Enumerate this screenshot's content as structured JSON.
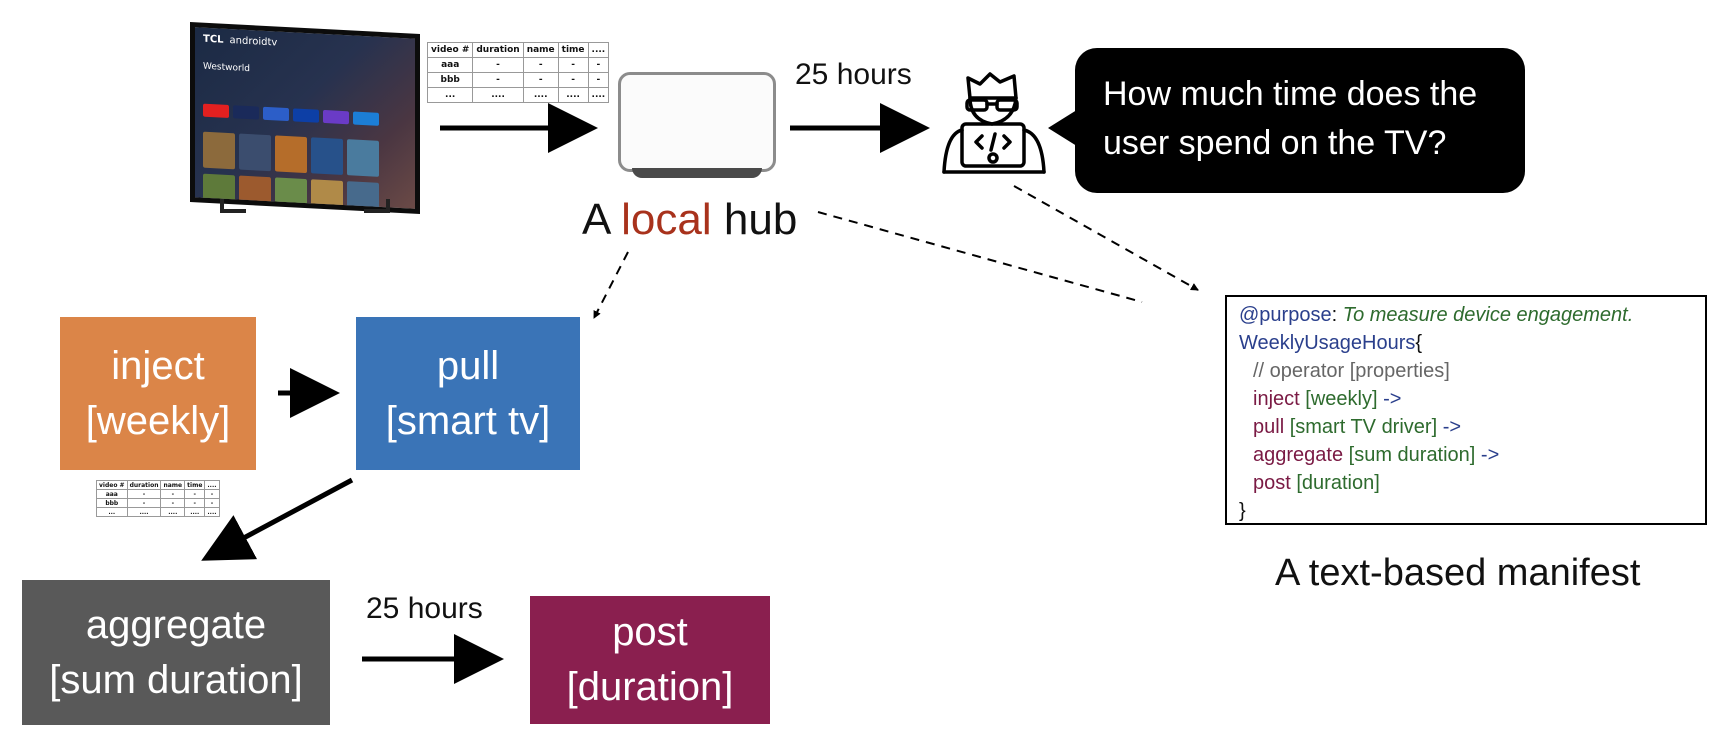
{
  "colors": {
    "inject_bg": "#db8548",
    "pull_bg": "#3a74b7",
    "aggregate_bg": "#595959",
    "post_bg": "#8a1f4f",
    "local_word": "#a8321c",
    "manifest_blue": "#2a3f8c",
    "manifest_maroon": "#7a1a44",
    "manifest_green": "#2e6b2e",
    "manifest_gray": "#666666"
  },
  "tv": {
    "brand": "TCL",
    "os": "androidtv",
    "show": "Westworld"
  },
  "table": {
    "headers": [
      "video #",
      "duration",
      "name",
      "time",
      "...."
    ],
    "rows": [
      [
        "aaa",
        "-",
        "-",
        "-",
        "-"
      ],
      [
        "bbb",
        "-",
        "-",
        "-",
        "-"
      ],
      [
        "...",
        "....",
        "....",
        "....",
        "...."
      ]
    ]
  },
  "hub": {
    "label_prefix": "A ",
    "label_highlight": "local",
    "label_suffix": " hub"
  },
  "top_arrow_label": "25 hours",
  "bubble": {
    "line1": "How much time does the",
    "line2": "user spend on the TV?"
  },
  "blocks": {
    "inject": {
      "line1": "inject",
      "line2": "[weekly]"
    },
    "pull": {
      "line1": "pull",
      "line2": "[smart tv]"
    },
    "aggregate": {
      "line1": "aggregate",
      "line2": "[sum duration]"
    },
    "post": {
      "line1": "post",
      "line2": "[duration]"
    }
  },
  "bottom_arrow_label": "25 hours",
  "manifest": {
    "purpose_key": "@purpose",
    "purpose_sep": ": ",
    "purpose_text": "To measure device engagement.",
    "name": "WeeklyUsageHours",
    "open_brace": "{",
    "comment": "// operator [properties]",
    "lines": [
      {
        "op": "inject",
        "prop": " [weekly]",
        "arrow": " ->"
      },
      {
        "op": "pull",
        "prop": " [smart TV driver]",
        "arrow": " ->"
      },
      {
        "op": "aggregate",
        "prop": " [sum duration]",
        "arrow": " ->"
      },
      {
        "op": "post",
        "prop": " [duration]",
        "arrow": ""
      }
    ],
    "close_brace": "}",
    "caption": "A text-based manifest"
  }
}
